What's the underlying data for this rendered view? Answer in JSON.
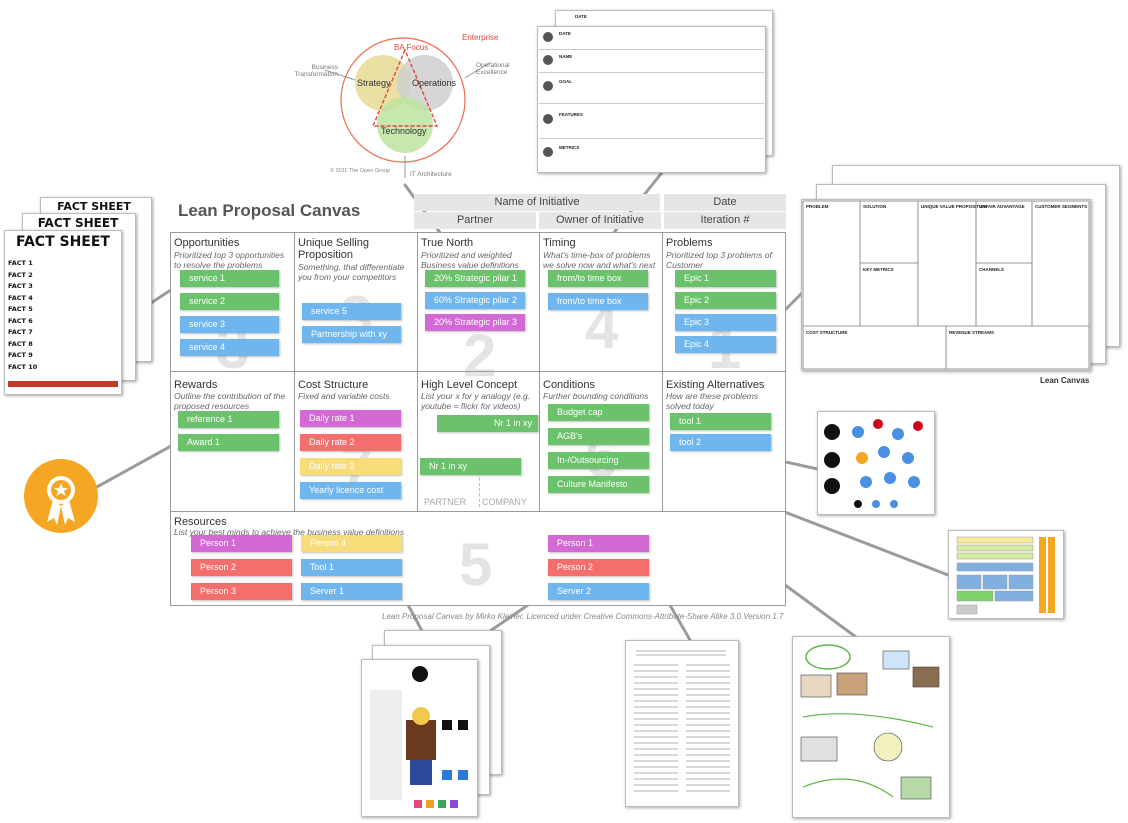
{
  "canvas": {
    "title": "Lean Proposal Canvas",
    "header": {
      "name_of_initiative": "Name of Initiative",
      "date": "Date",
      "partner": "Partner",
      "owner": "Owner of Initiative",
      "iteration": "Iteration #"
    },
    "cells": {
      "opportunities": {
        "title": "Opportunities",
        "sub": "Prioritized top 3 opportunities to resolve the problems",
        "num": "3"
      },
      "usp": {
        "title": "Unique Selling Proposition",
        "sub": "Something, that differentiate you from your competitors",
        "num": "3"
      },
      "true_north": {
        "title": "True North",
        "sub": "Prioritized and weighted Business value definitions",
        "num": "2"
      },
      "timing": {
        "title": "Timing",
        "sub": "What's time-box of problems we solve now and what's next",
        "num": "4"
      },
      "problems": {
        "title": "Problems",
        "sub": "Prioritized top 3 problems of Customer",
        "num": "1"
      },
      "rewards": {
        "title": "Rewards",
        "sub": "Outline the contribution of the proposed resources",
        "num": ""
      },
      "cost": {
        "title": "Cost Structure",
        "sub": "Fixed and variable costs",
        "num": "7"
      },
      "concept": {
        "title": "High Level Concept",
        "sub": "List your x for y analogy (e.g. youtube = flickr for videos)",
        "num": ""
      },
      "conditions": {
        "title": "Conditions",
        "sub": "Further bounding conditions",
        "num": "6"
      },
      "alternatives": {
        "title": "Existing Alternatives",
        "sub": "How are these problems solved today",
        "num": ""
      },
      "resources": {
        "title": "Resources",
        "sub": "List your best minds to achieve the business value definitions",
        "num": "5"
      }
    },
    "partner_label": "PARTNER",
    "company_label": "COMPANY",
    "footer": "Lean Proposal Canvas by Mirko Kleiner, Licenced under Creative Commons-Attribute-Share Alike 3.0.Version 1.7",
    "stickies": {
      "opportunities": [
        "service 1",
        "service 2",
        "service 3",
        "service 4"
      ],
      "usp": [
        "service 5",
        "Partnership with xy"
      ],
      "true_north": [
        "20% Strategic pilar 1",
        "60% Strategic pilar 2",
        "20% Strategic pilar 3"
      ],
      "timing": [
        "from/to time box",
        "from/to time box"
      ],
      "problems": [
        "Epic 1",
        "Epic 2",
        "Epic 3",
        "Epic 4"
      ],
      "rewards": [
        "reference 1",
        "Award 1"
      ],
      "cost": [
        "Daily rate 1",
        "Daily rate 2",
        "Daily rate 3",
        "Yearly licence cost"
      ],
      "concept": [
        "Nr 1 in xy",
        "Nr 1 in xy"
      ],
      "conditions": [
        "Budget cap",
        "AGB's",
        "In-/Outsourcing",
        "Culture Manifesto"
      ],
      "alternatives": [
        "tool 1",
        "tool 2"
      ],
      "resources_a": [
        "Person 1",
        "Person 2",
        "Person 3"
      ],
      "resources_b": [
        "Person 4",
        "Tool 1",
        "Server 1"
      ],
      "resources_c": [
        "Person 1",
        "Person 2",
        "Server 2"
      ]
    }
  },
  "venn": {
    "ba_focus": "BA Focus",
    "enterprise": "Enterprise",
    "business_transformation": "Business Transformation",
    "operational_excellence": "Operational Excellence",
    "strategy": "Strategy",
    "operations": "Operations",
    "technology": "Technology",
    "copyright": "© 2011 The Open Group",
    "it_architecture": "IT Architecture"
  },
  "goal_sheet": {
    "rows": [
      "DATE",
      "DATE",
      "NAME",
      "GOAL",
      "FEATURES",
      "METRICS"
    ]
  },
  "lean_canvas_thumb": {
    "caption": "Lean Canvas",
    "labels": [
      "PROBLEM",
      "SOLUTION",
      "UNIQUE VALUE PROPOSITION",
      "UNFAIR ADVANTAGE",
      "CUSTOMER SEGMENTS",
      "KEY METRICS",
      "CHANNELS",
      "COST STRUCTURE",
      "REVENUE STREAMS"
    ]
  },
  "fact_sheet": {
    "title": "FACT SHEET",
    "facts": [
      "FACT 1",
      "FACT 2",
      "FACT 3",
      "FACT 4",
      "FACT 5",
      "FACT 6",
      "FACT 7",
      "FACT 8",
      "FACT 9",
      "FACT 10"
    ]
  },
  "colors": {
    "green": "#6cc26c",
    "blue": "#6fb6ef",
    "purple": "#d36ad3",
    "red": "#f46e6e",
    "yellow": "#f7dc7a",
    "award": "#f5a623"
  }
}
